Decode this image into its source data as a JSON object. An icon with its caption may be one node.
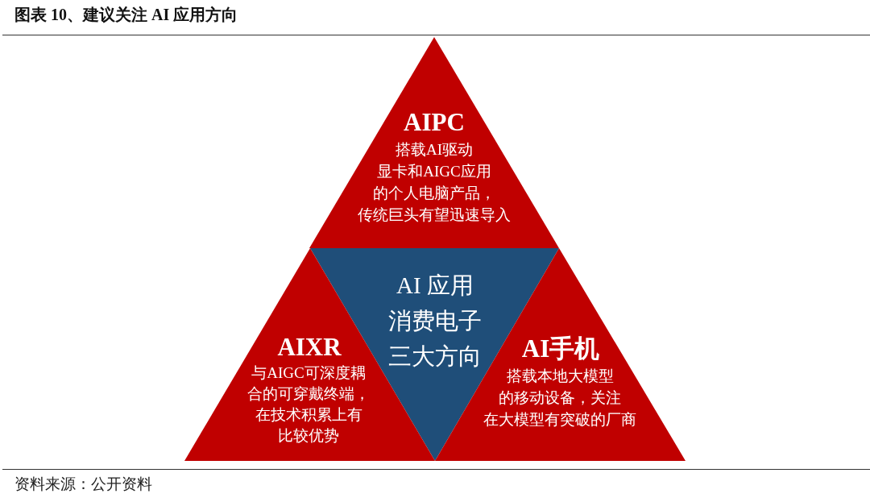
{
  "diagram": {
    "title": "图表 10、建议关注 AI 应用方向",
    "nodes": [
      {
        "text": [
          "AIPC",
          "搭载AI驱动显卡和AIGC应用的个人电脑产品，传统巨头有望迅速导入"
        ]
      },
      {
        "text": [
          "AI 应用消费电子三大方向"
        ]
      },
      {
        "text": [
          "AIXR",
          "与AIGC可深度耦合的可穿戴终端，在技术积累上有比较优势"
        ]
      },
      {
        "text": [
          "AI手机",
          "搭载本地大模型的移动设备，关注在大模型有突破的厂商"
        ]
      }
    ],
    "caption": "资料来源：公开资料"
  }
}
